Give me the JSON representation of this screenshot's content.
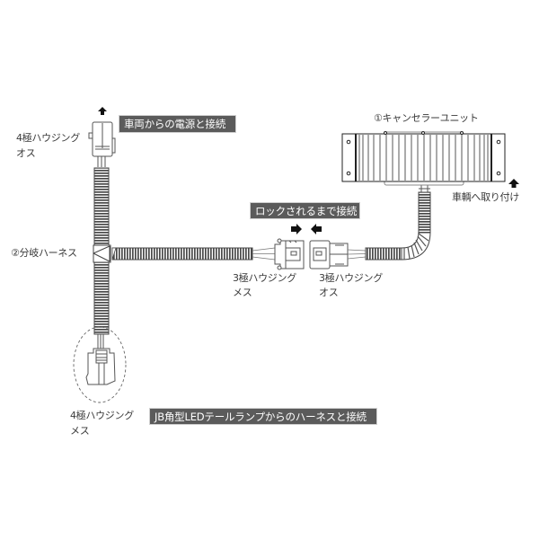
{
  "diagram": {
    "type": "wiring-harness-installation",
    "colors": {
      "label_box_bg": "#5b5b5b",
      "label_box_text": "#ffffff",
      "line": "#333333",
      "harness": "#555555"
    },
    "callouts": {
      "power_connect": "車両からの電源と接続",
      "lock_connect": "ロックされるまで接続",
      "tail_lamp_connect": "JB角型LEDテールランプからのハーネスと接続"
    },
    "labels": {
      "canceller_unit": "①キャンセラーユニット",
      "branch_harness": "②分岐ハーネス",
      "mount_to_vehicle": "車輌へ取り付け",
      "top_connector_line1": "4極ハウジング",
      "top_connector_line2": "オス",
      "bottom_connector_line1": "4極ハウジング",
      "bottom_connector_line2": "メス",
      "female3_line1": "3極ハウジング",
      "female3_line2": "メス",
      "male3_line1": "3極ハウジング",
      "male3_line2": "オス"
    },
    "icons": {
      "top_arrow": "arrow-up-icon",
      "mount_arrow": "arrow-up-icon",
      "push_right": "arrow-right-icon",
      "push_left": "arrow-left-icon"
    }
  }
}
